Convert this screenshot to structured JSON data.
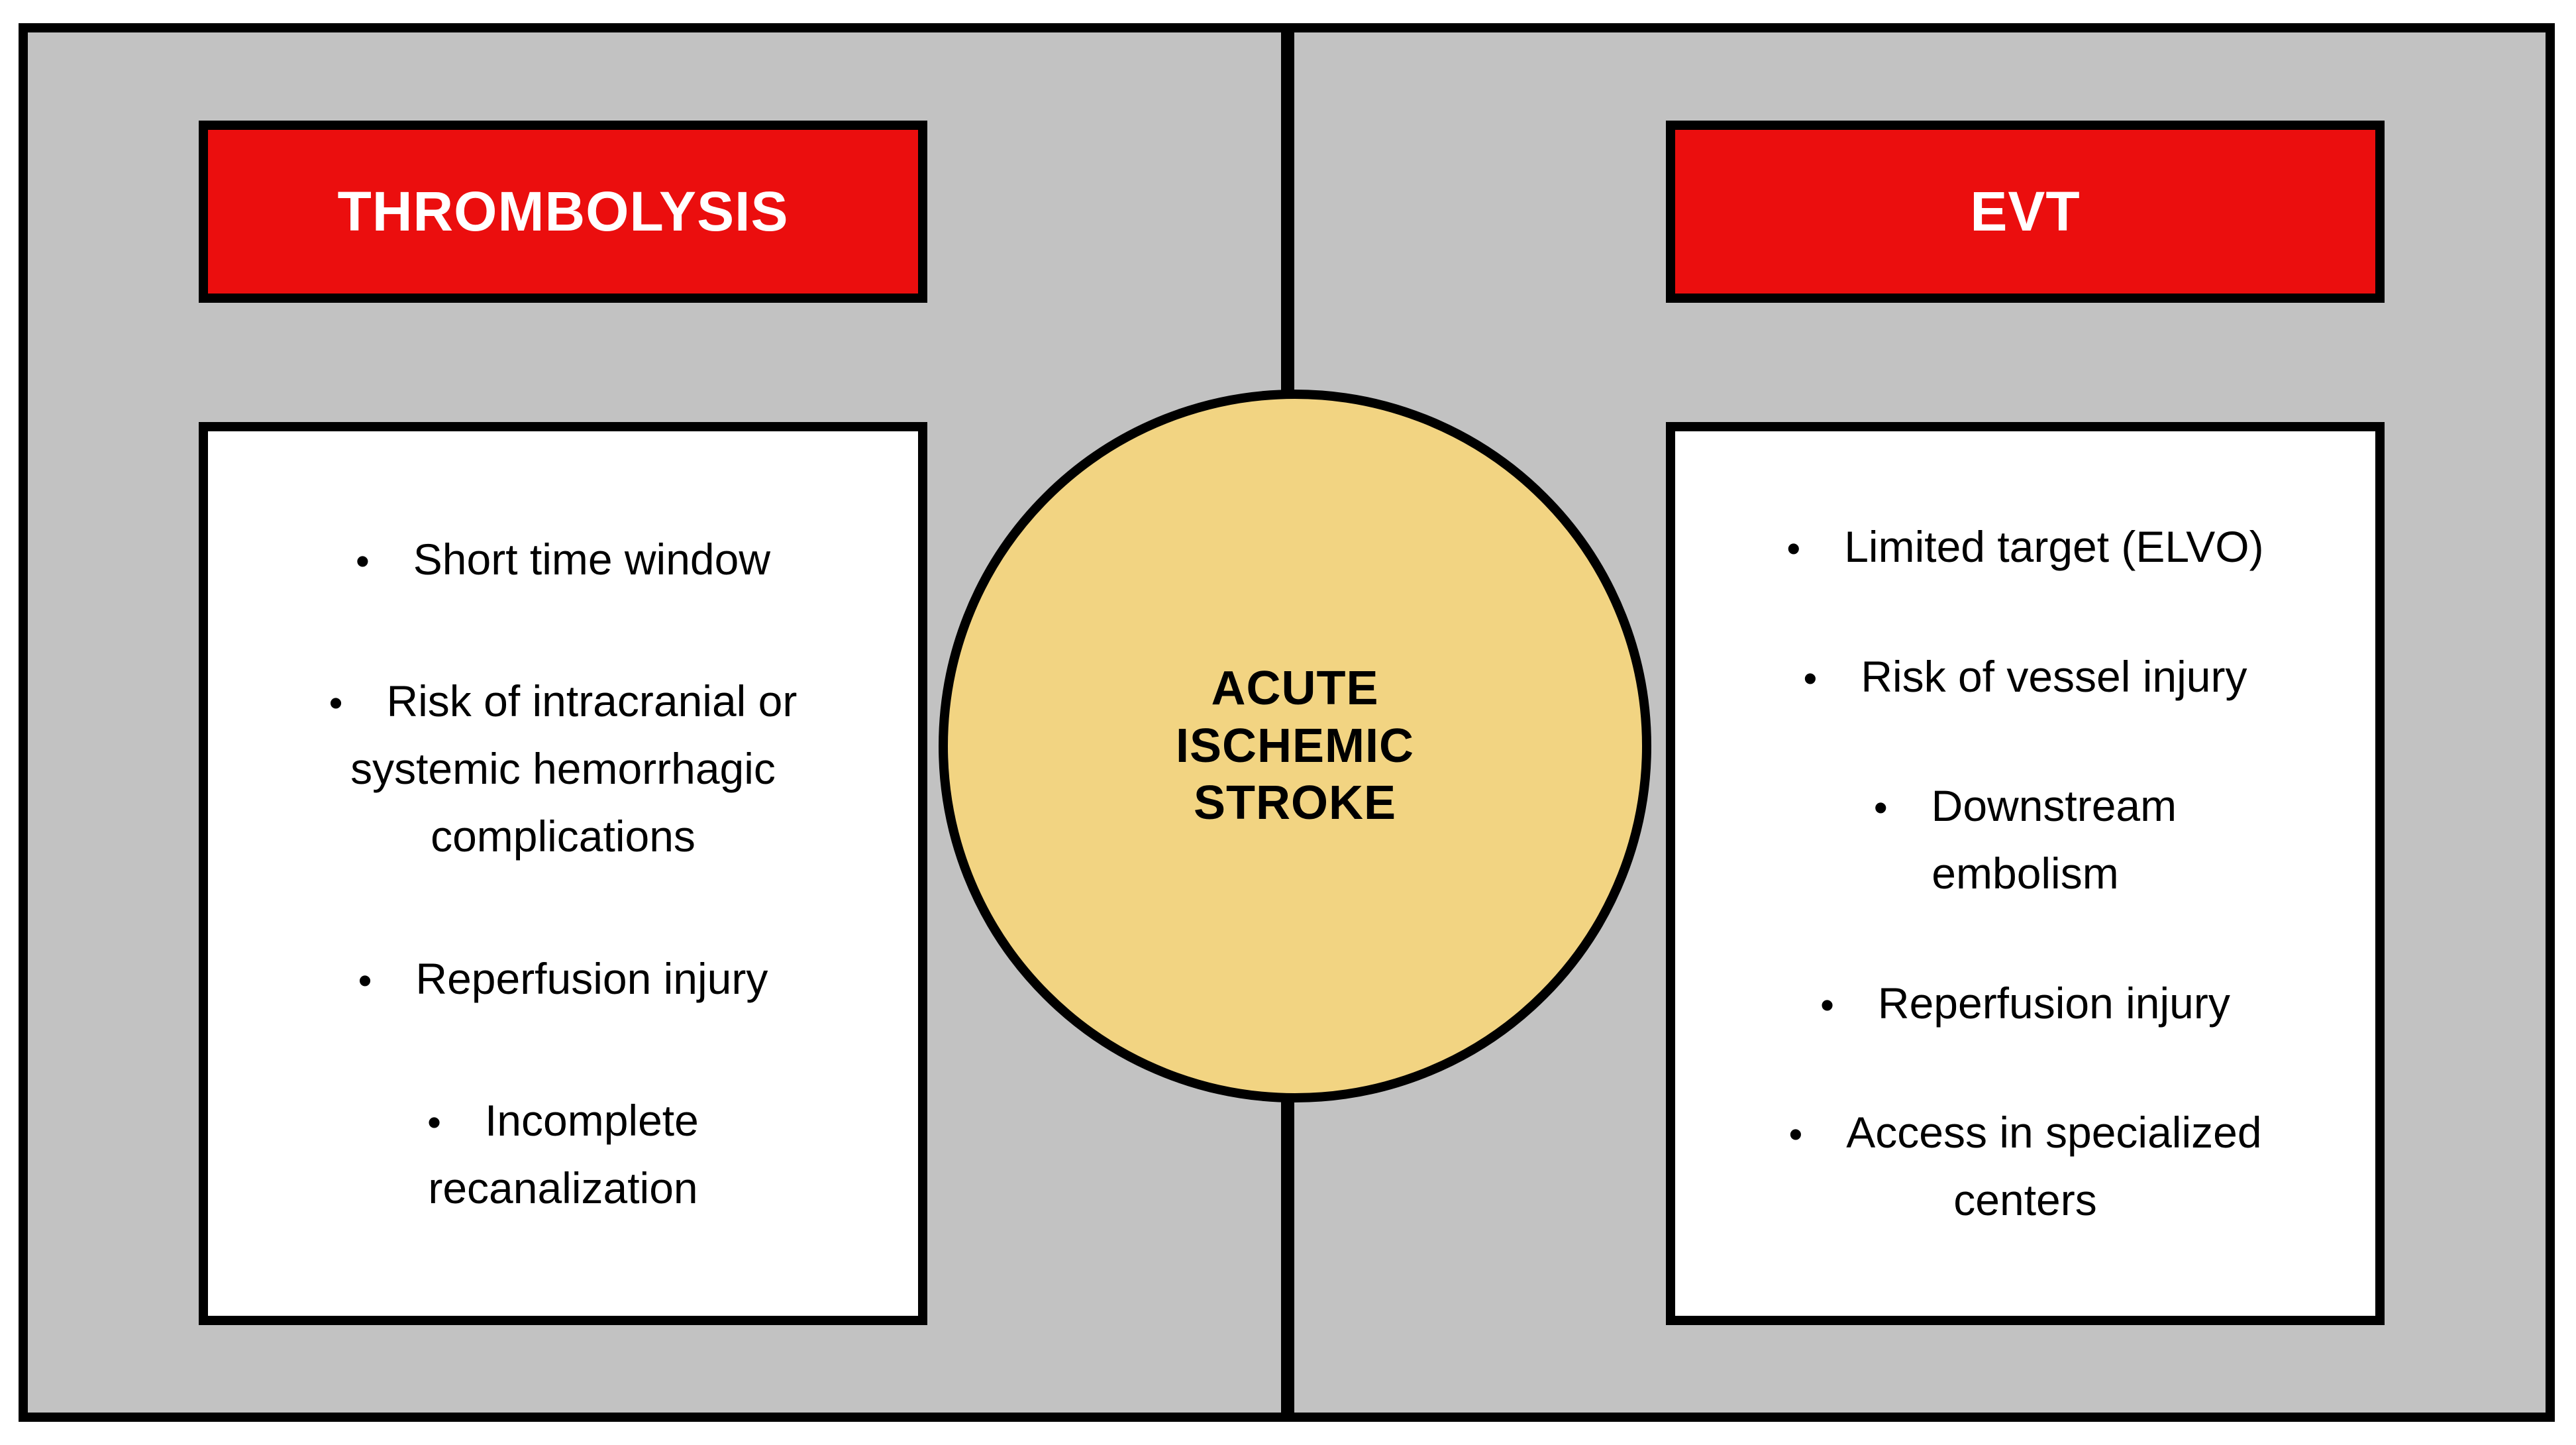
{
  "diagram": {
    "center": {
      "label": "ACUTE\nISCHEMIC\nSTROKE"
    },
    "bullet_char": "•",
    "columns": [
      {
        "header": "THROMBOLYSIS",
        "bullets": [
          "Short time window",
          "Risk of intracranial or\nsystemic hemorrhagic\ncomplications",
          "Reperfusion injury",
          "Incomplete\nrecanalization"
        ]
      },
      {
        "header": "EVT",
        "bullets": [
          "Limited target (ELVO)",
          "Risk of vessel injury",
          "Downstream\nembolism",
          "Reperfusion injury",
          "Access in specialized\ncenters"
        ]
      }
    ],
    "colors": {
      "page_bg": "#FFFFFF",
      "panel_bg": "#C2C2C2",
      "header_bg": "#EB0E0E",
      "header_text": "#FFFFFF",
      "circle_bg": "#F2D482",
      "card_bg": "#FFFFFF",
      "outline": "#000000",
      "text": "#000000"
    }
  }
}
